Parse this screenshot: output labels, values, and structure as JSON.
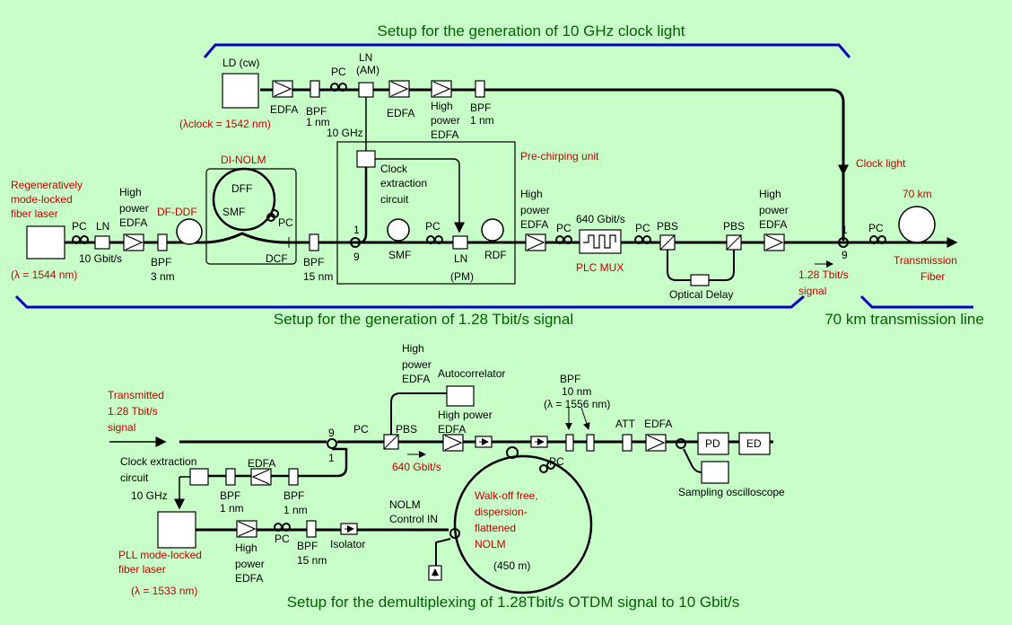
{
  "colors": {
    "background": "#c8ffc8",
    "section_title": "#006000",
    "highlight": "#c00000",
    "bracket": "#0000c0"
  },
  "titles": {
    "clock": "Setup for the generation of 10 GHz clock light",
    "signal": "Setup for the generation of 1.28 Tbit/s signal",
    "transmission": "70 km transmission line",
    "demux": "Setup for the demultiplexing of 1.28Tbit/s OTDM signal to 10 Gbit/s"
  },
  "clock_setup": {
    "ld": "LD (cw)",
    "edfa1": "EDFA",
    "bpf1_a": "BPF",
    "bpf1_b": "1 nm",
    "pc": "PC",
    "ln_a": "LN",
    "ln_b": "(AM)",
    "edfa2": "EDFA",
    "hp_a": "High",
    "hp_b": "power",
    "hp_c": "EDFA",
    "bpf2_a": "BPF",
    "bpf2_b": "1 nm",
    "lambda": "(λclock = 1542 nm)",
    "freq": "10 GHz"
  },
  "signal_setup": {
    "laser_a": "Regeneratively",
    "laser_b": "mode-locked",
    "laser_c": "fiber laser",
    "lambda": "(λ = 1544 nm)",
    "pc": "PC",
    "ln": "LN",
    "rate": "10 Gbit/s",
    "hp_a": "High",
    "hp_b": "power",
    "hp_c": "EDFA",
    "bpf_a": "BPF",
    "bpf_b": "3 nm",
    "dfddf": "DF-DDF",
    "dinolm": "DI-NOLM",
    "dff": "DFF",
    "smf": "SMF",
    "pc2": "PC",
    "dcf": "DCF",
    "bpf2_a": "BPF",
    "bpf2_b": "15 nm",
    "clock_ext_a": "Clock",
    "clock_ext_b": "extraction",
    "clock_ext_c": "circuit",
    "prechirp": "Pre-chirping unit",
    "coupler_1": "1",
    "coupler_9": "9",
    "smf2": "SMF",
    "pc3": "PC",
    "lnpm_a": "LN",
    "lnpm_b": "(PM)",
    "rdf": "RDF",
    "hp2_a": "High",
    "hp2_b": "power",
    "hp2_c": "EDFA",
    "pc4": "PC",
    "mux_rate": "640 Gbit/s",
    "plc": "PLC MUX",
    "pc5": "PC",
    "pbs1": "PBS",
    "pbs2": "PBS",
    "delay": "Optical Delay",
    "hp3_a": "High",
    "hp3_b": "power",
    "hp3_c": "EDFA",
    "clock_light": "Clock light",
    "out_a": "1.28 Tbit/s",
    "out_b": "signal",
    "c1": "1",
    "c9": "9",
    "pc6": "PC",
    "km": "70 km",
    "tf_a": "Transmission",
    "tf_b": "Fiber"
  },
  "demux_setup": {
    "tx_a": "Transmitted",
    "tx_b": "1.28 Tbit/s",
    "tx_c": "signal",
    "c9": "9",
    "c1": "1",
    "pc": "PC",
    "pbs": "PBS",
    "hp_a": "High",
    "hp_b": "power",
    "hp_c": "EDFA",
    "autocorr": "Autocorrelator",
    "hp2_a": "High power",
    "hp2_b": "EDFA",
    "rate": "640 Gbit/s",
    "pc2": "PC",
    "bpf_a": "BPF",
    "bpf_b": "10 nm",
    "bpf_c": "(λ = 1556 nm)",
    "att": "ATT",
    "edfa": "EDFA",
    "pd": "PD",
    "ed": "ED",
    "scope": "Sampling oscilloscope",
    "clk_a": "Clock extraction",
    "clk_b": "circuit",
    "freq": "10 GHz",
    "edfa2": "EDFA",
    "bpf2_a": "BPF",
    "bpf2_b": "1 nm",
    "bpf3_a": "BPF",
    "bpf3_b": "1 nm",
    "pll_a": "PLL mode-locked",
    "pll_b": "fiber laser",
    "lambda": "(λ = 1533 nm)",
    "hp3_a": "High",
    "hp3_b": "power",
    "hp3_c": "EDFA",
    "pc3": "PC",
    "bpf4_a": "BPF",
    "bpf4_b": "15 nm",
    "iso": "Isolator",
    "nolm_a": "NOLM",
    "nolm_b": "Control IN",
    "wo_a": "Walk-off free,",
    "wo_b": "dispersion-",
    "wo_c": "flattened",
    "wo_d": "NOLM",
    "len": "(450 m)"
  }
}
